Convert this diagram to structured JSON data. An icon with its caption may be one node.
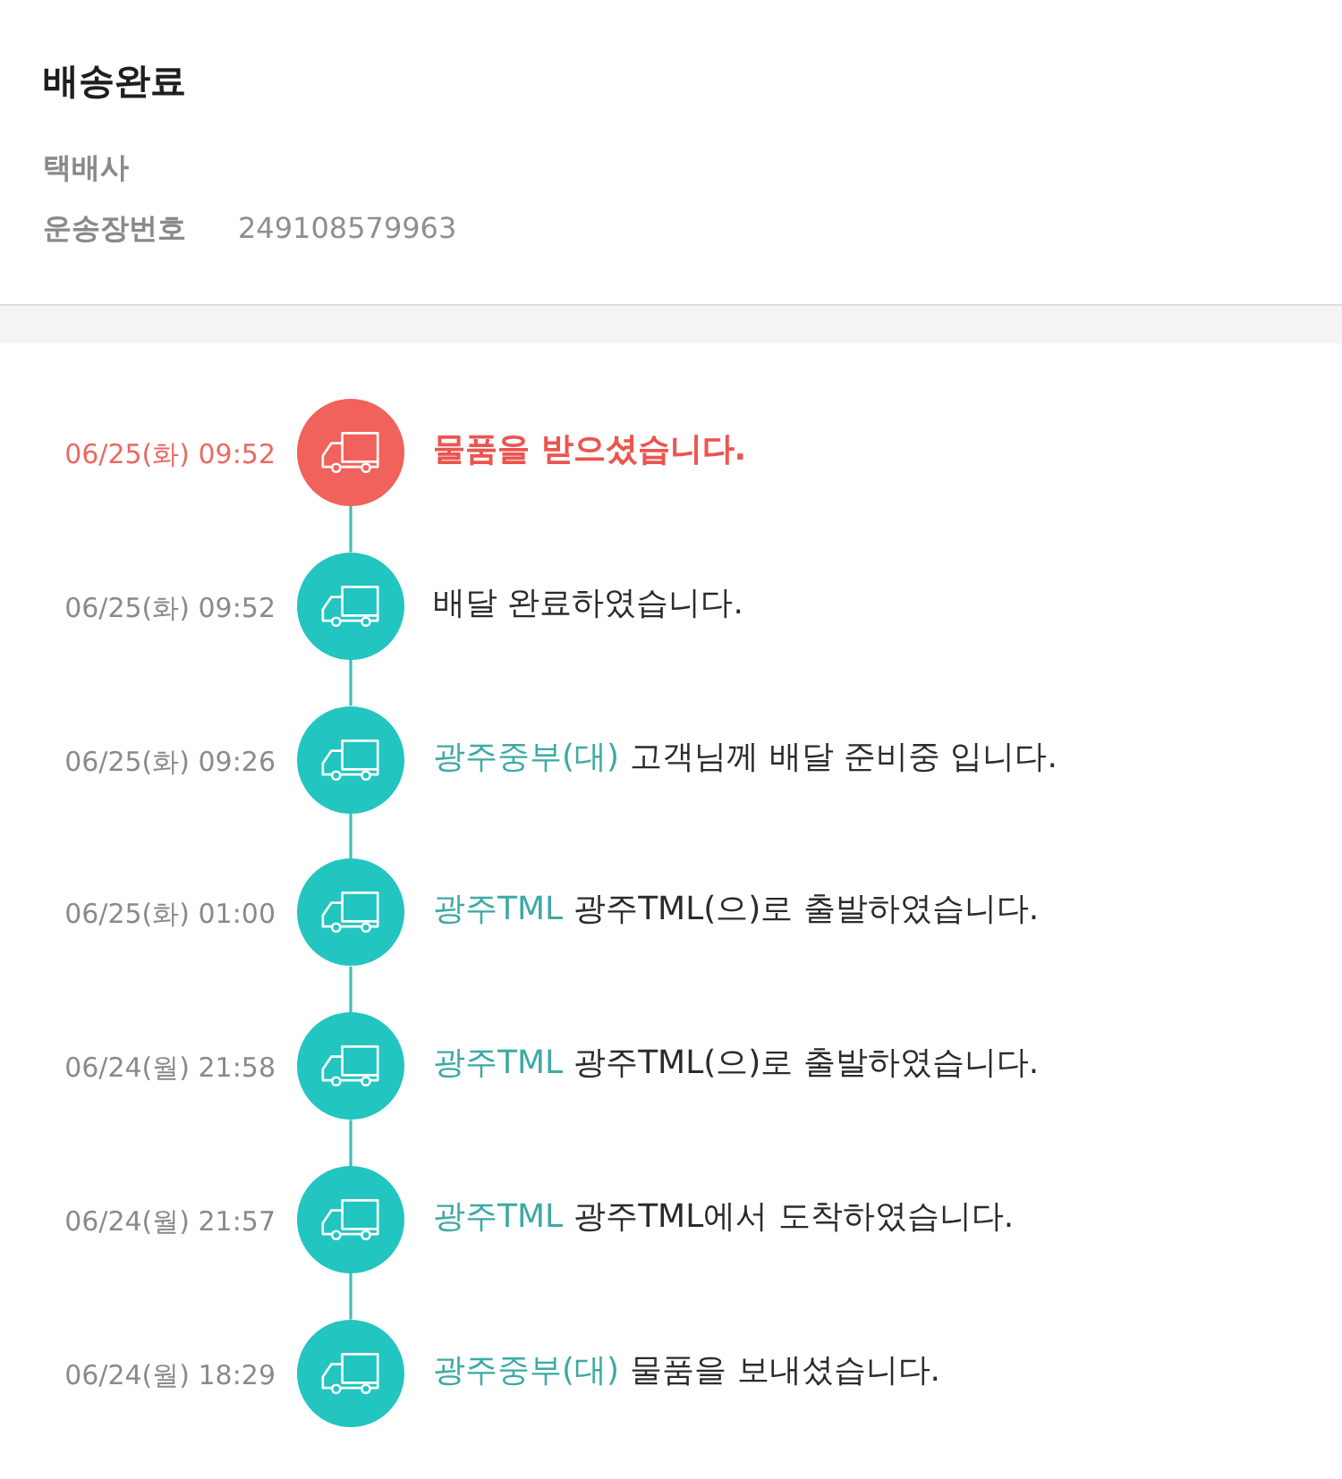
{
  "diagram": {
    "title": "배송완료",
    "nodes": [
      {
        "text": [],
        "shape": "circle",
        "beside": [
          "06/25(화) 09:52",
          "물품을 받으셨습니다."
        ]
      },
      {
        "text": [],
        "shape": "circle",
        "beside": [
          "06/25(화) 09:52",
          "배달 완료하였습니다."
        ]
      },
      {
        "text": [],
        "shape": "circle",
        "beside": [
          "06/25(화) 09:26",
          "광주중부(대)",
          "고객님께 배달 준비중 입니다."
        ]
      },
      {
        "text": [],
        "shape": "circle",
        "beside": [
          "06/25(화) 01:00",
          "광주TML",
          "광주TML(으)로 출발하였습니다."
        ]
      },
      {
        "text": [],
        "shape": "circle",
        "beside": [
          "06/24(월) 21:58",
          "광주TML",
          "광주TML(으)로 출발하였습니다."
        ]
      },
      {
        "text": [],
        "shape": "circle",
        "beside": [
          "06/24(월) 21:57",
          "광주TML",
          "광주TML에서 도착하였습니다."
        ]
      },
      {
        "text": [],
        "shape": "circle",
        "beside": [
          "06/24(월) 18:29",
          "광주중부(대)",
          "물품을 보내셨습니다."
        ]
      }
    ],
    "edges": [
      {
        "from": 0,
        "to": 1,
        "arrow": "none"
      },
      {
        "from": 1,
        "to": 2,
        "arrow": "none"
      },
      {
        "from": 2,
        "to": 3,
        "arrow": "none"
      },
      {
        "from": 3,
        "to": 4,
        "arrow": "none"
      },
      {
        "from": 4,
        "to": 5,
        "arrow": "none"
      },
      {
        "from": 5,
        "to": 6,
        "arrow": "none"
      }
    ],
    "labels": [
      "택배사",
      "운송장번호",
      "249108579963"
    ]
  }
}
